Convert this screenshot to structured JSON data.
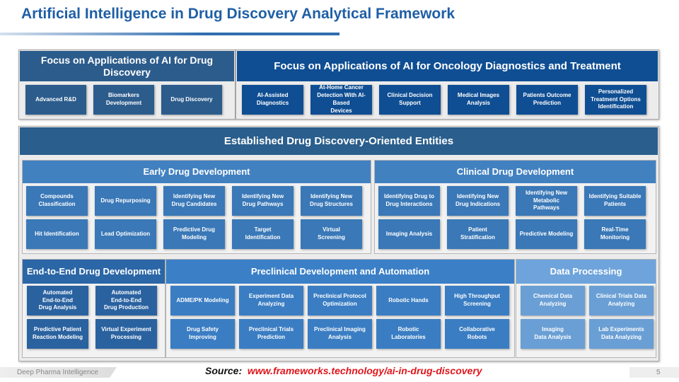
{
  "title": "Artificial Intelligence in Drug Discovery Analytical Framework",
  "colors": {
    "title": "#1f5fa6",
    "top_left": "#2c5c8c",
    "top_right": "#0f4e93",
    "established": "#2a5e8c",
    "early": "#4281c0",
    "early_cell": "#3a78b7",
    "e2e": "#2b66a6",
    "e2e_cell": "#2a62a0",
    "preclinical": "#3b80c7",
    "preclinical_cell": "#3a7dc3",
    "data_proc": "#6ea4db",
    "data_proc_cell": "#6a9fd5",
    "source_url": "#e0151b"
  },
  "drug_discovery": {
    "title": "Focus on Applications of AI for Drug Discovery",
    "items": [
      "Advanced R&D",
      "Biomarkers\nDevelopment",
      "Drug Discovery"
    ]
  },
  "oncology": {
    "title": "Focus on Applications of AI for Oncology Diagnostics and Treatment",
    "items": [
      "AI-Assisted\nDiagnostics",
      "At-Home Cancer\nDetection With AI-Based\nDevices",
      "Clinical Decision\nSupport",
      "Medical Images\nAnalysis",
      "Patients Outcome\nPrediction",
      "Personalized\nTreatment Options\nIdentification"
    ]
  },
  "established": {
    "title": "Established Drug Discovery-Oriented Entities"
  },
  "early": {
    "title": "Early Drug Development",
    "items": [
      "Compounds\nClassification",
      "Drug Repurposing",
      "Identifying New\nDrug Candidates",
      "Identifying New\nDrug Pathways",
      "Identifying New\nDrug Structures",
      "Hit Identification",
      "Lead Optimization",
      "Predictive Drug\nModeling",
      "Target\nIdentification",
      "Virtual\nScreening"
    ]
  },
  "clinical": {
    "title": "Clinical Drug Development",
    "items": [
      "Identifying Drug to\nDrug Interactions",
      "Identifying New\nDrug Indications",
      "Identifying New\nMetabolic\nPathways",
      "Identifying Suitable\nPatients",
      "Imaging Analysis",
      "Patient\nStratification",
      "Predictive Modeling",
      "Real-Time\nMonitoring"
    ]
  },
  "e2e": {
    "title": "End-to-End Drug Development",
    "items": [
      "Automated\nEnd-to-End\nDrug Analysis",
      "Automated\nEnd-to-End\nDrug Production",
      "Predictive Patient\nReaction Modeling",
      "Virtual Experiment\nProcessing"
    ]
  },
  "preclinical": {
    "title": "Preclinical Development and Automation",
    "items": [
      "ADME/PK Modeling",
      "Experiment Data\nAnalyzing",
      "Preclinical Protocol\nOptimization",
      "Robotic Hands",
      "High Throughput\nScreening",
      "Drug Safety\nImproving",
      "Preclinical Trials\nPrediction",
      "Preclinical Imaging\nAnalysis",
      "Robotic\nLaboratories",
      "Collaborative\nRobots"
    ]
  },
  "data_processing": {
    "title": "Data Processing",
    "items": [
      "Chemical Data\nAnalyzing",
      "Clinical Trials Data\nAnalyzing",
      "Imaging\nData Analysis",
      "Lab Experiments\nData Analyzing"
    ]
  },
  "footer": {
    "brand": "Deep Pharma Intelligence",
    "source_label": "Source:",
    "source_url": "www.frameworks.technology/ai-in-drug-discovery",
    "page": "5"
  }
}
